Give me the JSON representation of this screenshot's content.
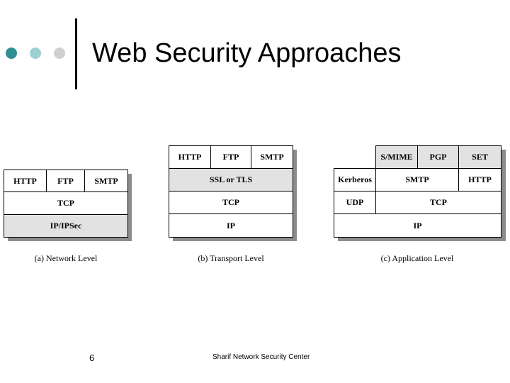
{
  "slide": {
    "title": "Web Security Approaches",
    "page_number": "6",
    "footer": "Sharif Network Security Center"
  },
  "bullet_dots": [
    {
      "color": "#2f8f93"
    },
    {
      "color": "#9ccfd1"
    },
    {
      "color": "#cfcfcf"
    }
  ],
  "diagrams": {
    "network": {
      "caption": "(a) Network Level",
      "row1": [
        "HTTP",
        "FTP",
        "SMTP"
      ],
      "row2": "TCP",
      "row3": "IP/IPSec"
    },
    "transport": {
      "caption": "(b) Transport Level",
      "row1": [
        "HTTP",
        "FTP",
        "SMTP"
      ],
      "row2": "SSL or TLS",
      "row3": "TCP",
      "row4": "IP"
    },
    "application": {
      "caption": "(c) Application Level",
      "row1": [
        "S/MIME",
        "PGP",
        "SET"
      ],
      "row2": [
        "Kerberos",
        "SMTP",
        "HTTP"
      ],
      "row3": [
        "UDP",
        "TCP"
      ],
      "row4": "IP"
    }
  },
  "colors": {
    "shaded_cell": "#e2e2e2",
    "shadow": "#8c8c8c",
    "accent_teal": "#2f8f93"
  }
}
